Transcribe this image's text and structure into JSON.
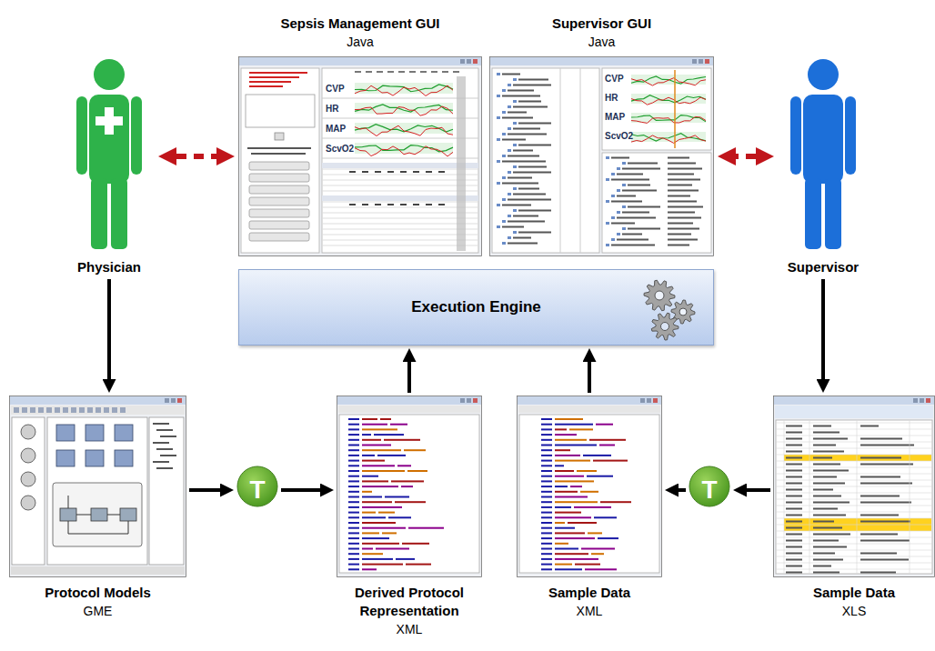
{
  "diagram": {
    "nodes": [
      {
        "text": [
          "Sepsis Management GUI",
          "Java"
        ]
      },
      {
        "text": [
          "Supervisor GUI",
          "Java"
        ]
      },
      {
        "text": [
          "Physician"
        ]
      },
      {
        "text": [
          "Supervisor"
        ]
      },
      {
        "text": [
          "Execution Engine"
        ]
      },
      {
        "text": [
          "Protocol Models",
          "GME"
        ]
      },
      {
        "text": [
          "T"
        ]
      },
      {
        "text": [
          "Derived Protocol Representation",
          "XML"
        ]
      },
      {
        "text": [
          "Sample Data",
          "XML"
        ]
      },
      {
        "text": [
          "T"
        ]
      },
      {
        "text": [
          "Sample Data",
          "XLS"
        ]
      }
    ],
    "edges": [
      {
        "from": 2,
        "to": 0,
        "arrow": "both"
      },
      {
        "from": 3,
        "to": 1,
        "arrow": "both"
      },
      {
        "from": 2,
        "to": 5,
        "arrow": "to"
      },
      {
        "from": 3,
        "to": 10,
        "arrow": "to"
      },
      {
        "from": 5,
        "to": 6,
        "arrow": "to"
      },
      {
        "from": 6,
        "to": 7,
        "arrow": "to"
      },
      {
        "from": 7,
        "to": 4,
        "arrow": "to"
      },
      {
        "from": 8,
        "to": 4,
        "arrow": "to"
      },
      {
        "from": 10,
        "to": 9,
        "arrow": "to"
      },
      {
        "from": 9,
        "to": 8,
        "arrow": "to"
      }
    ],
    "labels": [
      "CVP",
      "HR",
      "MAP",
      "ScvO2",
      "CVP",
      "HR",
      "MAP",
      "ScvO2"
    ]
  }
}
